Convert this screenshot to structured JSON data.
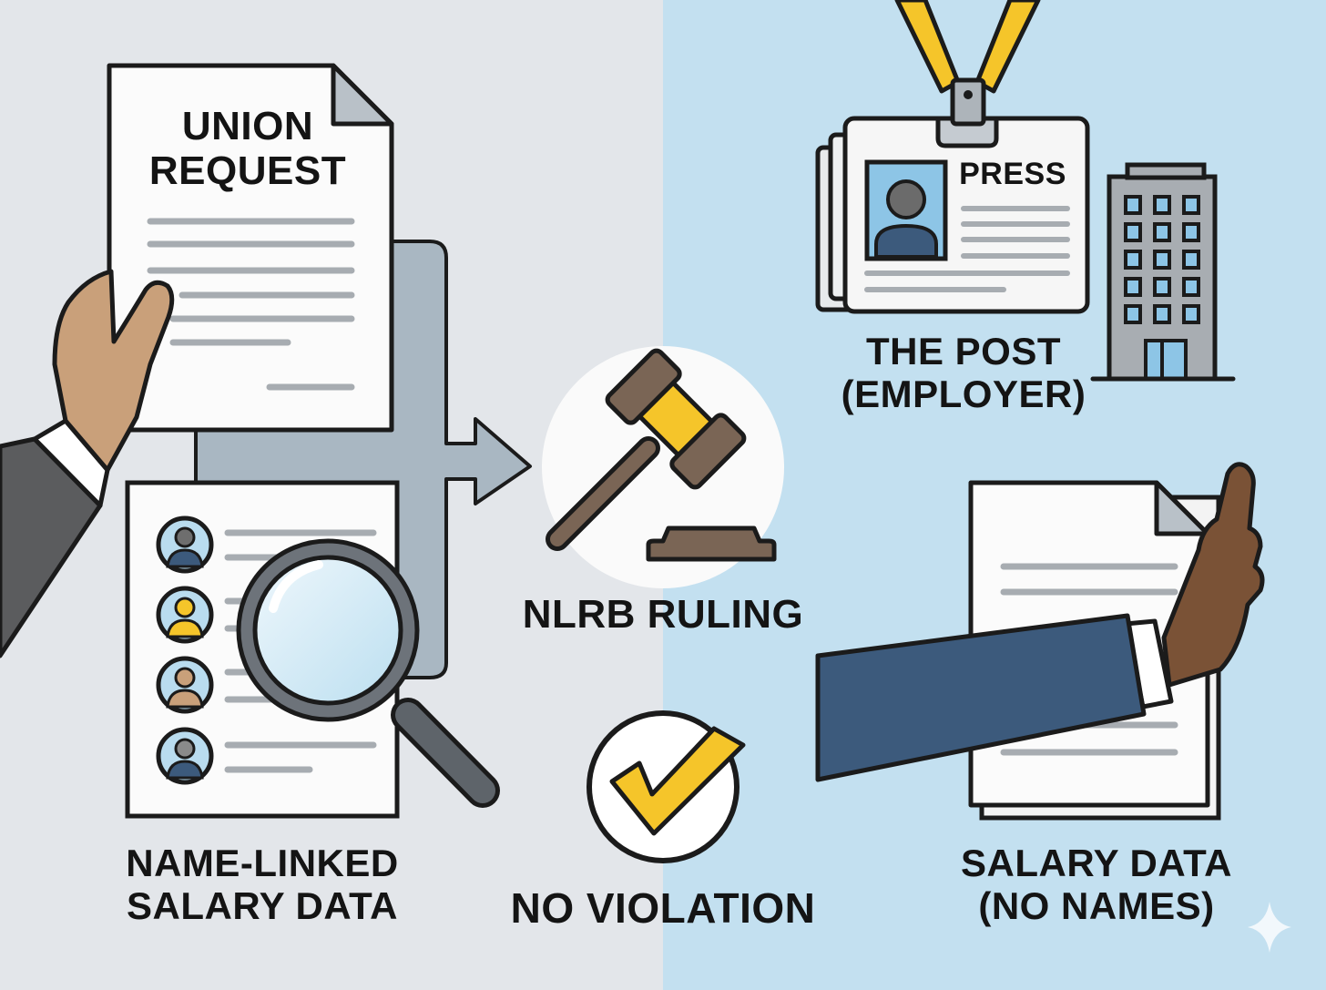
{
  "colors": {
    "left_background": "#e3e6ea",
    "right_background": "#c3e0f0",
    "accent_yellow": "#f5c52a",
    "outline": "#1b1b1b",
    "suit_navy": "#3c5a7c",
    "gavel_brown": "#7a6555"
  },
  "icons": {
    "union_request": "document-icon",
    "salary_list": "employee-list-icon",
    "search": "magnifying-glass-icon",
    "flow": "arrow-icon",
    "ruling": "gavel-icon",
    "outcome": "checkmark-icon",
    "press_badge": "press-badge-icon",
    "building": "office-building-icon",
    "refusal": "stop-hand-icon",
    "sparkle": "sparkle-icon"
  },
  "union_request": {
    "line1": "UNION",
    "line2": "REQUEST"
  },
  "press_badge": {
    "label": "PRESS"
  },
  "employer": {
    "line1": "THE POST",
    "line2": "(EMPLOYER)"
  },
  "ruling": {
    "label": "NLRB RULING"
  },
  "outcome": {
    "label": "NO VIOLATION"
  },
  "name_linked": {
    "line1": "NAME-LINKED",
    "line2": "SALARY DATA"
  },
  "anonymous": {
    "line1": "SALARY DATA",
    "line2": "(NO NAMES)"
  }
}
